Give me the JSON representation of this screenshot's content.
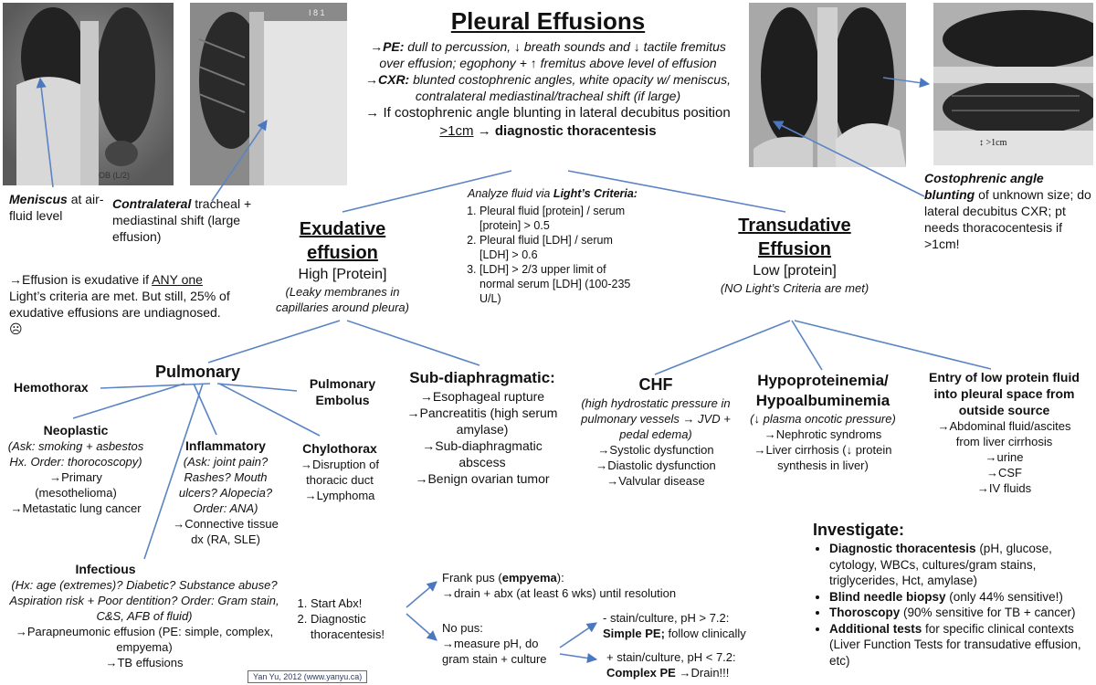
{
  "title": "Pleural Effusions",
  "pe_intro": {
    "pe_label": "PE:",
    "pe_text": "dull to percussion, ↓ breath sounds and ↓ tactile fremitus over effusion; egophony + ↑ fremitus above level of effusion",
    "cxr_label": "CXR:",
    "cxr_text": "blunted costophrenic angles, white opacity w/ meniscus, contralateral mediastinal/tracheal shift (if large)",
    "decub_pre": "→ If costophrenic angle blunting in lateral decubitus position",
    "decub_value": ">1cm",
    "decub_arrow": "→",
    "decub_post": "diagnostic thoracentesis"
  },
  "arrow": "→",
  "images": {
    "meniscus_bold": "Meniscus",
    "meniscus_rest": "at air-fluid level",
    "shift_bold": "Contralateral",
    "shift_rest": "tracheal + mediastinal shift (large effusion)",
    "blunting_bold": "Costophrenic angle blunting",
    "blunting_rest": "of unknown size; do lateral decubitus CXR; pt needs thoracocentesis if >1cm!",
    "decub_measure": "↕ >1cm"
  },
  "exudative_note": {
    "pre": "→Effusion is exudative if",
    "emph": "ANY one",
    "post": "Light’s criteria are met. But still, 25% of exudative effusions are undiagnosed.",
    "face": "☹"
  },
  "lights": {
    "intro": "Analyze fluid via",
    "bold": "Light’s Criteria:",
    "items": [
      "Pleural fluid [protein] / serum [protein] > 0.5",
      "Pleural fluid [LDH] / serum [LDH] > 0.6",
      "[LDH] > 2/3 upper limit of normal serum [LDH] (100-235 U/L)"
    ]
  },
  "exudative": {
    "title_line1": "Exudative",
    "title_line2": "effusion",
    "subtitle": "High [Protein]",
    "desc": "(Leaky membranes in capillaries around pleura)"
  },
  "transudative": {
    "title_line1": "Transudative",
    "title_line2": "Effusion",
    "subtitle": "Low [protein]",
    "desc": "(NO Light’s Criteria are met)"
  },
  "pulmonary": {
    "title": "Pulmonary",
    "hemothorax": "Hemothorax",
    "embolus": "Pulmonary Embolus",
    "neoplastic": {
      "title": "Neoplastic",
      "desc": "(Ask: smoking + asbestos Hx. Order: thorocoscopy)",
      "items": [
        "Primary (mesothelioma)",
        "Metastatic lung cancer"
      ]
    },
    "inflammatory": {
      "title": "Inflammatory",
      "desc": "(Ask: joint pain? Rashes? Mouth ulcers? Alopecia? Order: ANA)",
      "items": [
        "Connective tissue dx (RA, SLE)"
      ]
    },
    "chylothorax": {
      "title": "Chylothorax",
      "items": [
        "Disruption of thoracic duct",
        "Lymphoma"
      ]
    },
    "infectious": {
      "title": "Infectious",
      "desc": "(Hx: age (extremes)? Diabetic? Substance abuse? Aspiration risk + Poor dentition? Order: Gram stain, C&S, AFB of fluid)",
      "items": [
        "Parapneumonic effusion (PE: simple, complex, empyema)",
        "TB effusions"
      ]
    }
  },
  "subdiaphragmatic": {
    "title": "Sub-diaphragmatic:",
    "items": [
      "Esophageal rupture",
      "Pancreatitis (high serum amylase)",
      "Sub-diaphragmatic abscess",
      "Benign ovarian tumor"
    ]
  },
  "chf": {
    "title": "CHF",
    "desc": "(high hydrostatic pressure in pulmonary vessels → JVD + pedal edema)",
    "items": [
      "Systolic dysfunction",
      "Diastolic dysfunction",
      "Valvular disease"
    ]
  },
  "hypoprotein": {
    "title_line1": "Hypoproteinemia/",
    "title_line2": "Hypoalbuminemia",
    "desc": "(↓ plasma oncotic pressure)",
    "items": [
      "Nephrotic syndroms",
      "Liver cirrhosis (↓ protein synthesis in liver)"
    ]
  },
  "entry": {
    "title": "Entry of low protein fluid into pleural space from outside source",
    "items": [
      "Abdominal fluid/ascites from liver cirrhosis",
      "urine",
      "CSF",
      "IV fluids"
    ]
  },
  "management": {
    "steps": [
      "Start Abx!",
      "Diagnostic thoracentesis!"
    ],
    "frank_pre": "Frank pus (",
    "frank_bold": "empyema",
    "frank_post": "):",
    "frank_action": "drain + abx (at least 6 wks) until resolution",
    "nopus": "No pus:",
    "nopus_action": "measure pH, do gram stain + culture",
    "simple_cond": "- stain/culture, pH > 7.2:",
    "simple_bold": "Simple PE;",
    "simple_action": "follow clinically",
    "complex_cond": "+ stain/culture, pH < 7.2:",
    "complex_bold": "Complex PE",
    "complex_action": "Drain!!!"
  },
  "investigate": {
    "title": "Investigate:",
    "items": [
      {
        "bold": "Diagnostic thoracentesis",
        "rest": "(pH, glucose, cytology, WBCs, cultures/gram stains, triglycerides, Hct, amylase)"
      },
      {
        "bold": "Blind needle biopsy",
        "rest": "(only 44% sensitive!)"
      },
      {
        "bold": "Thoroscopy",
        "rest": "(90% sensitive for TB + cancer)"
      },
      {
        "bold": "Additional tests",
        "rest": "for specific clinical contexts (Liver Function Tests for transudative effusion, etc)"
      }
    ]
  },
  "credit": "Yan Yu, 2012 (www.yanyu.ca)",
  "colors": {
    "line": "#5b84c4",
    "arrow": "#4a78c0",
    "credit_text": "#2a3a6a"
  }
}
